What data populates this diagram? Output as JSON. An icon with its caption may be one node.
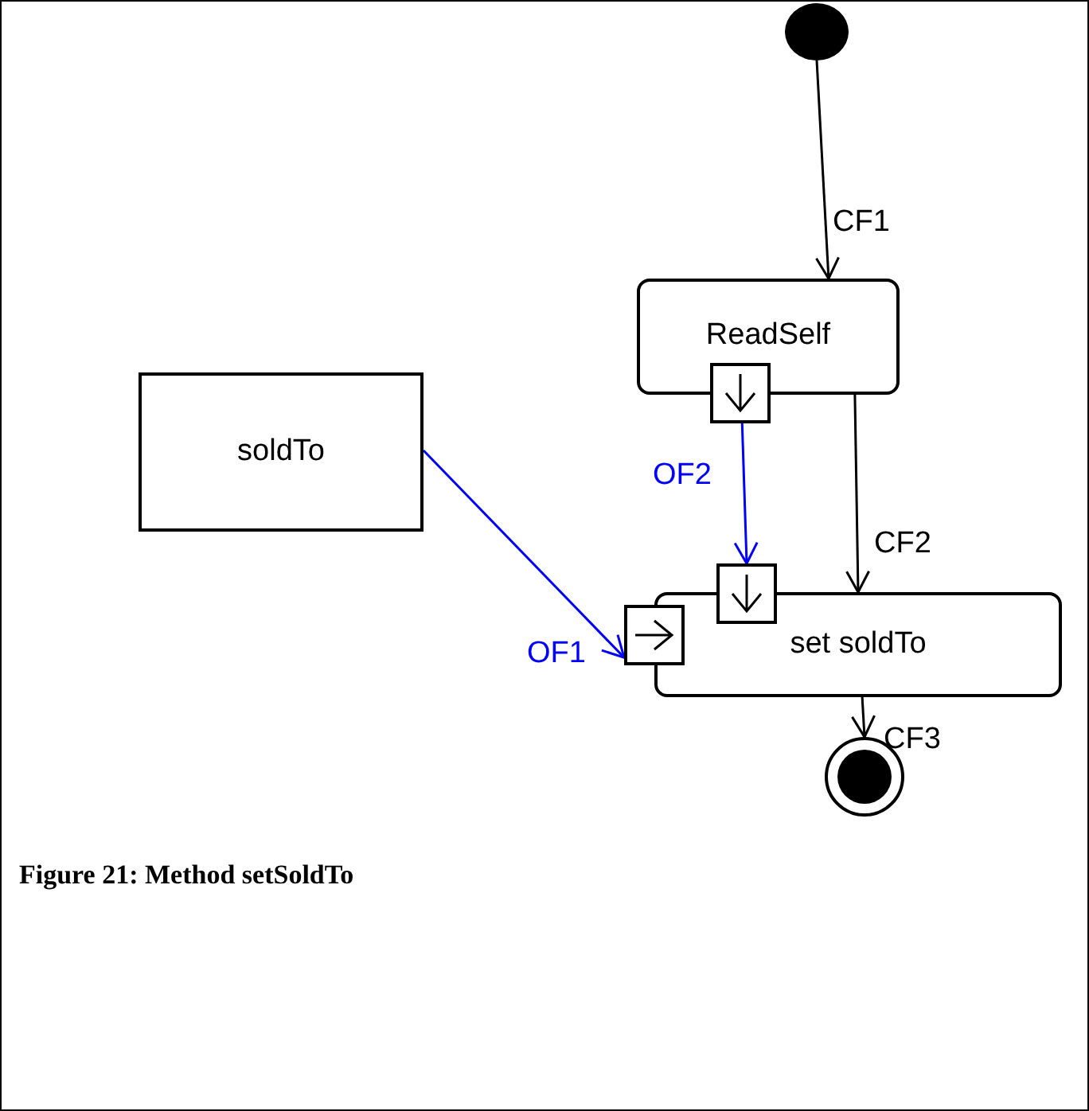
{
  "diagram": {
    "caption": "Figure 21: Method setSoldTo",
    "nodes": [
      {
        "text": [],
        "shape": "circle"
      },
      {
        "text": [
          "ReadSelf"
        ]
      },
      {
        "text": [],
        "shape": "box"
      },
      {
        "text": [
          "soldTo"
        ]
      },
      {
        "text": [
          "set soldTo"
        ]
      },
      {
        "text": [],
        "shape": "box"
      },
      {
        "text": [],
        "shape": "box"
      },
      {
        "text": [],
        "shape": "circle"
      }
    ],
    "edges": [
      {
        "from": 0,
        "to": 1,
        "arrow": "to",
        "label": "CF1"
      },
      {
        "from": 2,
        "to": 5,
        "arrow": "to",
        "label": "OF2",
        "color": "#0000ff"
      },
      {
        "from": 1,
        "to": 4,
        "arrow": "to",
        "label": "CF2"
      },
      {
        "from": 3,
        "to": 6,
        "arrow": "to",
        "label": "OF1",
        "color": "#0000ff"
      },
      {
        "from": 4,
        "to": 7,
        "arrow": "to",
        "label": "CF3"
      }
    ]
  }
}
